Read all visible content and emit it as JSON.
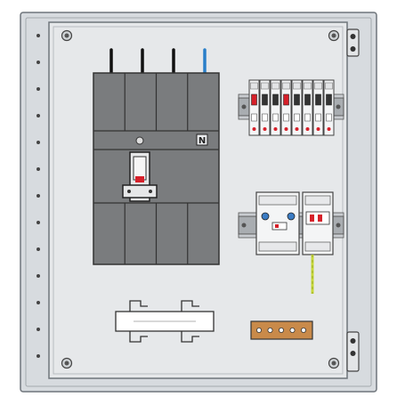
{
  "panel": {
    "colors": {
      "frame": "#d7dbdf",
      "frame_edge": "#6f757b",
      "inner_plate": "#e6e8ea",
      "breaker_body": "#7a7c7e",
      "breaker_dark": "#4a4c4e",
      "busbar_copper": "#c98a4a",
      "pe_wire": "#c7d83a",
      "wire_black": "#111111",
      "wire_blue": "#2a7fc9",
      "accent_red": "#d6202a",
      "din_rail": "#a9adb1"
    },
    "main_switch": {
      "poles": 4,
      "neutral_marker": "N",
      "feeder_wires": [
        "black",
        "black",
        "black",
        "blue"
      ]
    },
    "mcb_group": {
      "count": 8,
      "icon": "miniature-circuit-breaker-icon"
    },
    "spd_group": {
      "modules": 2,
      "icon": "surge-protector-icon"
    },
    "pe_busbar": {
      "holes": 5,
      "icon": "earth-busbar-icon"
    },
    "cable_gland": {
      "icon": "cable-gland-bracket-icon"
    }
  }
}
